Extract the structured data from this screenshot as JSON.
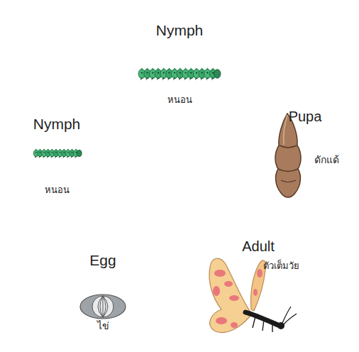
{
  "diagram": {
    "nodes": [
      {
        "text": [
          "Nymph",
          "หนอน"
        ]
      },
      {
        "text": [
          "Pupa",
          "ดักแด้"
        ]
      },
      {
        "text": [
          "Adult",
          "ตัวเต็มวัย"
        ]
      },
      {
        "text": [
          "Egg",
          "ไข่"
        ]
      },
      {
        "text": [
          "Nymph",
          "หนอน"
        ]
      }
    ],
    "edges": [
      {
        "from": 0,
        "to": 1,
        "arrow": "to"
      },
      {
        "from": 1,
        "to": 2,
        "arrow": "to"
      },
      {
        "from": 2,
        "to": 3,
        "arrow": "to"
      },
      {
        "from": 3,
        "to": 4,
        "arrow": "to"
      },
      {
        "from": 4,
        "to": 0,
        "arrow": "to"
      }
    ]
  }
}
